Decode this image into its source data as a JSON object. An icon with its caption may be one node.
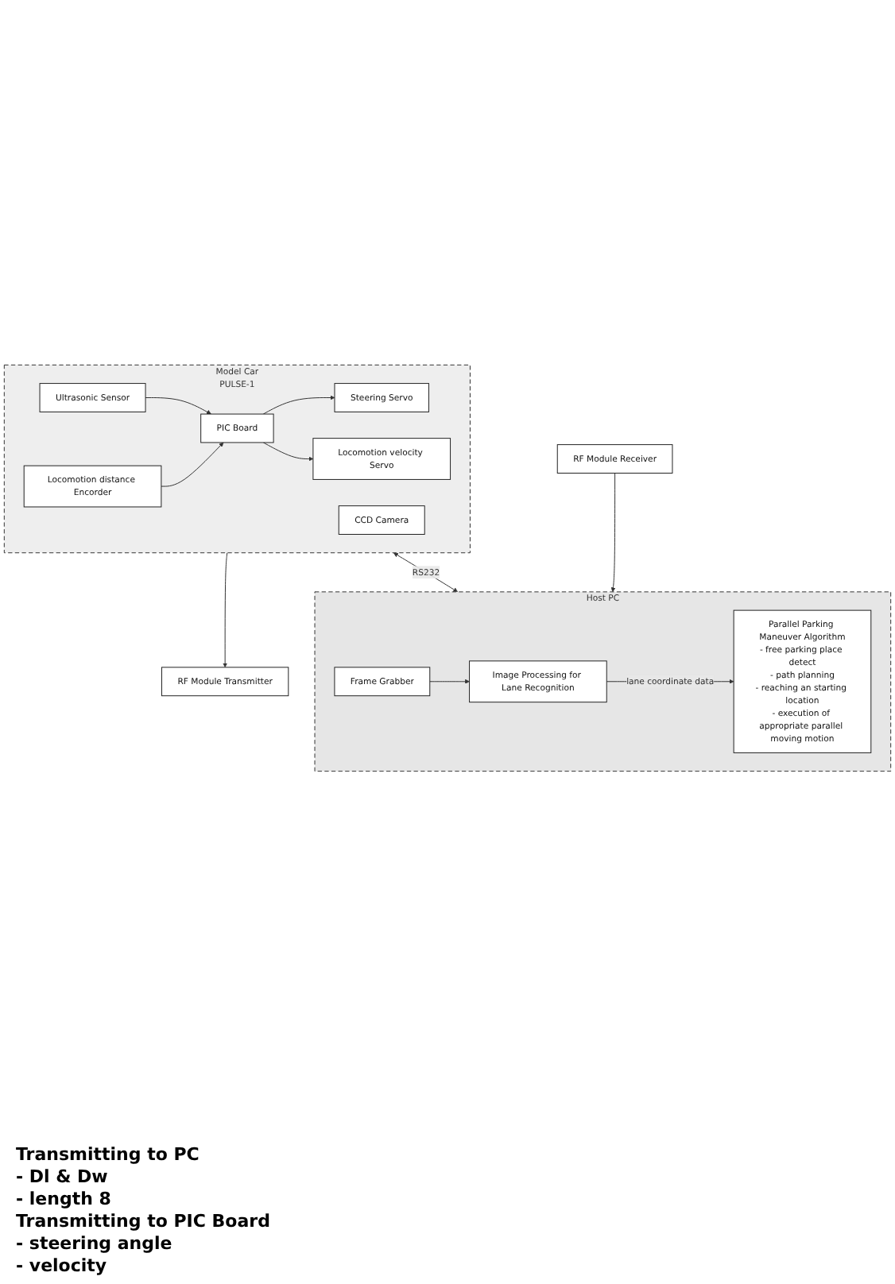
{
  "diagram": {
    "nodes": [
      {
        "text": [
          "Model Car",
          "PULSE-1"
        ]
      },
      {
        "text": [
          "Ultrasonic Sensor"
        ],
        "in": 0
      },
      {
        "text": [
          "CCD Camera"
        ],
        "in": 0
      },
      {
        "text": [
          "Locomotion distance Encorder"
        ],
        "in": 0
      },
      {
        "text": [
          "Steering Servo"
        ],
        "in": 0
      },
      {
        "text": [
          "Locomotion velocity Servo"
        ],
        "in": 0
      },
      {
        "text": [
          "PIC Board"
        ],
        "in": 0
      },
      {
        "text": [
          "RF Module Transmitter"
        ]
      },
      {
        "text": [
          "RF Module Receiver"
        ]
      },
      {
        "text": [
          "Host PC"
        ]
      },
      {
        "text": [
          "Frame Grabber"
        ],
        "in": 9
      },
      {
        "text": [
          "Image Processing for Lane Recognition"
        ],
        "in": 9
      },
      {
        "text": [
          "Parallel Parking Maneuver Algorithm",
          "- free parking place detect",
          "- path planning",
          "- reaching an starting location",
          "- execution of appropriate parallel moving motion"
        ],
        "in": 9
      }
    ],
    "edges": [
      {
        "from": 1,
        "to": 6,
        "arrow": "to"
      },
      {
        "from": 3,
        "to": 6,
        "arrow": "to"
      },
      {
        "from": 6,
        "to": 4,
        "arrow": "to"
      },
      {
        "from": 6,
        "to": 5,
        "arrow": "to"
      },
      {
        "from": 0,
        "to": 7,
        "arrow": "to"
      },
      {
        "from": 8,
        "to": 9,
        "arrow": "to"
      },
      {
        "from": 10,
        "to": 11,
        "arrow": "to"
      },
      {
        "from": 11,
        "to": 12,
        "arrow": "to",
        "label": "lane coordinate data"
      },
      {
        "from": 0,
        "to": 9,
        "arrow": "both",
        "label": "RS232"
      }
    ],
    "labels": [
      "Transmitting to PC",
      "- Dl & Dw",
      "- length 8",
      "Transmitting to PIC Board",
      "- steering angle",
      "- velocity"
    ]
  }
}
